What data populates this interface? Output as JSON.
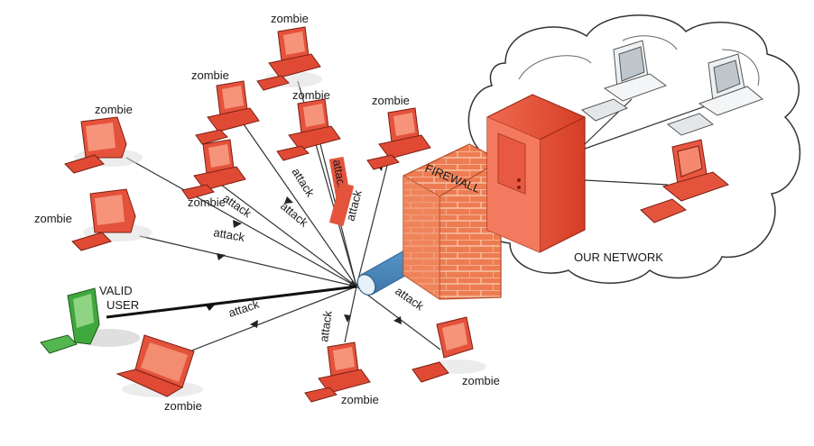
{
  "network": {
    "firewall_label": "FIREWALL",
    "network_label": "OUR NETWORK",
    "colors": {
      "zombie": "#e8503c",
      "zombie_dark": "#b8321f",
      "valid_user": "#4fb54a",
      "network_pc": "#e9edf0",
      "firewall_brick": "#ef7a4f",
      "server": "#e3503a",
      "pipe": "#6aa7d6"
    }
  },
  "nodes": {
    "zombies": [
      {
        "id": "z_top",
        "label": "zombie"
      },
      {
        "id": "z_upper_left_a",
        "label": "zombie"
      },
      {
        "id": "z_upper_mid",
        "label": "zombie"
      },
      {
        "id": "z_upper_right",
        "label": "zombie"
      },
      {
        "id": "z_left_top",
        "label": "zombie"
      },
      {
        "id": "z_mid_left",
        "label": "zombie"
      },
      {
        "id": "z_left_mid",
        "label": "zombie"
      },
      {
        "id": "z_laptop",
        "label": "zombie"
      },
      {
        "id": "z_bottom_mid",
        "label": "zombie"
      },
      {
        "id": "z_bottom_right",
        "label": "zombie"
      }
    ],
    "valid_user": {
      "label_line1": "VALID",
      "label_line2": "USER"
    }
  },
  "attacks": [
    {
      "label": "attack"
    },
    {
      "label": "attack"
    },
    {
      "label": "attack"
    },
    {
      "label": "attack"
    },
    {
      "label": "attack"
    },
    {
      "label": "attack"
    },
    {
      "label": "attack"
    },
    {
      "label": "attack"
    },
    {
      "label": "attack"
    }
  ]
}
